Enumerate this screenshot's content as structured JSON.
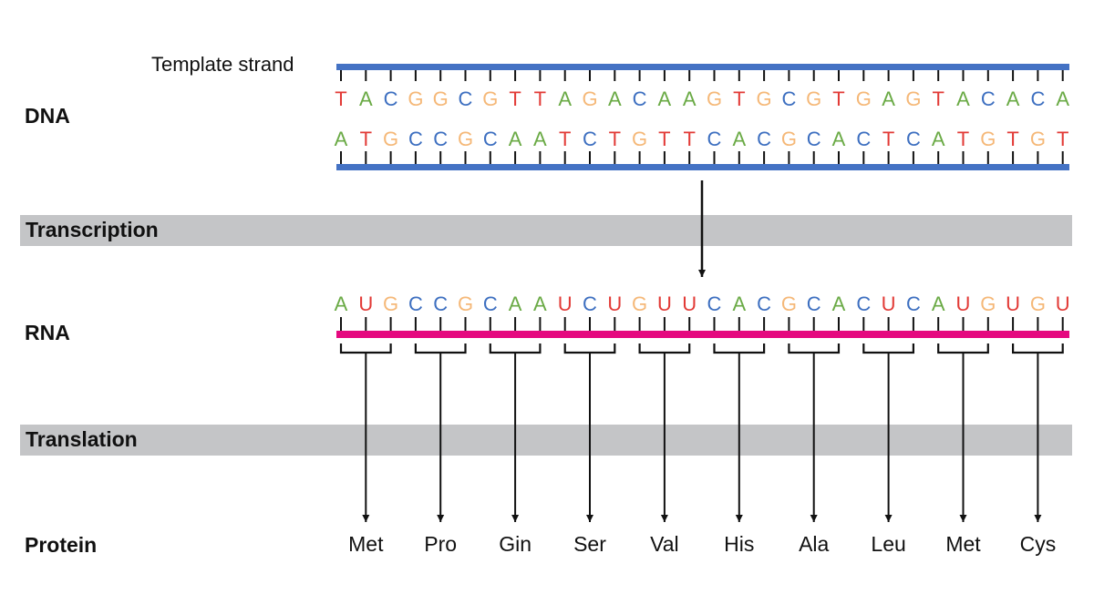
{
  "labels": {
    "dna": "DNA",
    "rna": "RNA",
    "protein": "Protein",
    "template_strand": "Template strand"
  },
  "bands": {
    "transcription": "Transcription",
    "translation": "Translation"
  },
  "sequences": {
    "template": "TACGGCGTTAGACAAGTGCGTGAGTACACA",
    "coding": "ATGCCGCAATCTGTTCACGCACTCATGTGT",
    "rna": "AUGCCGCAAUCUGUUCACGCACUCAUGUGU"
  },
  "amino_acids": [
    "Met",
    "Pro",
    "Gin",
    "Ser",
    "Val",
    "His",
    "Ala",
    "Leu",
    "Met",
    "Cys"
  ],
  "colors": {
    "A": "#6aaa45",
    "T": "#e23a36",
    "U": "#e23a36",
    "C": "#3d6fc0",
    "G": "#f5b878",
    "dna_backbone": "#4472c4",
    "rna_backbone": "#e5097f",
    "band": "#c4c5c7",
    "ink": "#111111"
  }
}
